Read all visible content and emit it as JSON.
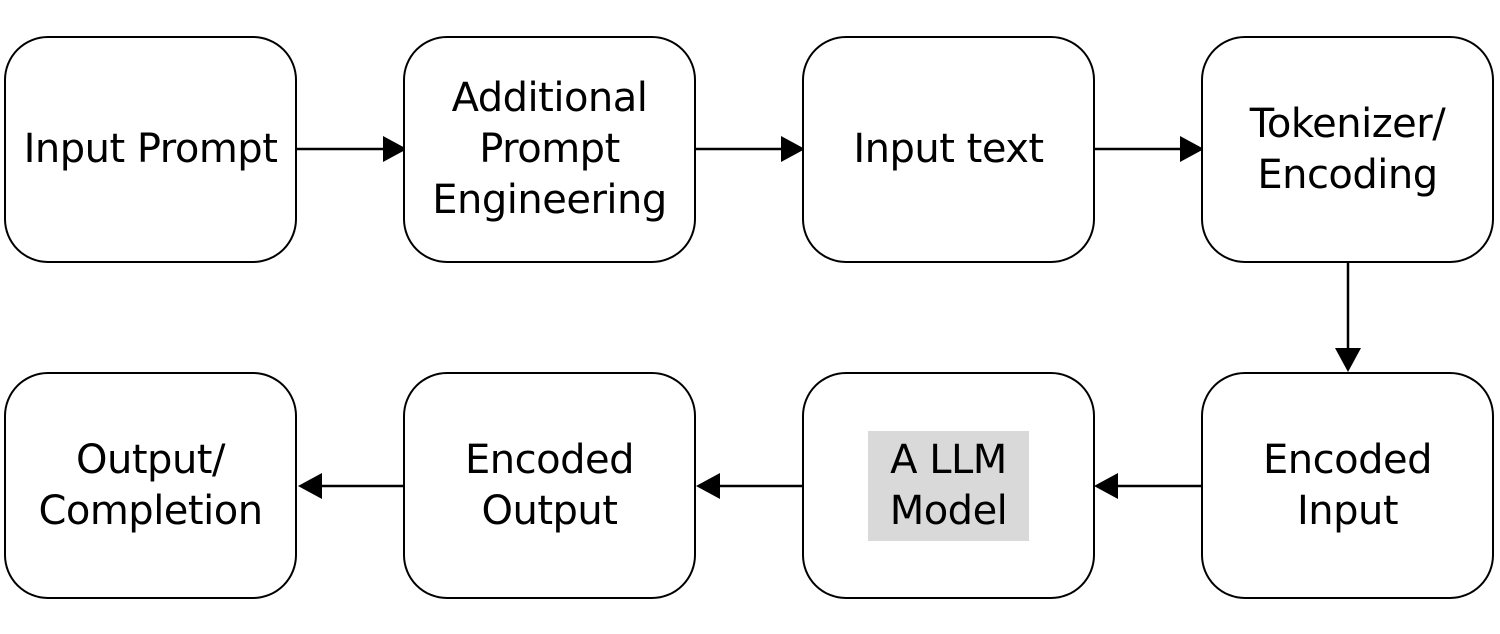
{
  "diagram": {
    "colors": {
      "stroke": "#000000",
      "background": "#ffffff",
      "highlight": "#d9d9d9"
    },
    "nodes": [
      {
        "id": "n1",
        "label": "Input Prompt",
        "highlight": false
      },
      {
        "id": "n2",
        "label": "Additional\nPrompt\nEngineering",
        "highlight": false
      },
      {
        "id": "n3",
        "label": "Input text",
        "highlight": false
      },
      {
        "id": "n4",
        "label": "Tokenizer/\nEncoding",
        "highlight": false
      },
      {
        "id": "n5",
        "label": "Encoded\nInput",
        "highlight": false
      },
      {
        "id": "n6",
        "label": "A LLM\nModel",
        "highlight": true
      },
      {
        "id": "n7",
        "label": "Encoded\nOutput",
        "highlight": false
      },
      {
        "id": "n8",
        "label": "Output/\nCompletion",
        "highlight": false
      }
    ],
    "edges": [
      {
        "from": "n1",
        "to": "n2"
      },
      {
        "from": "n2",
        "to": "n3"
      },
      {
        "from": "n3",
        "to": "n4"
      },
      {
        "from": "n4",
        "to": "n5"
      },
      {
        "from": "n5",
        "to": "n6"
      },
      {
        "from": "n6",
        "to": "n7"
      },
      {
        "from": "n7",
        "to": "n8"
      }
    ]
  }
}
